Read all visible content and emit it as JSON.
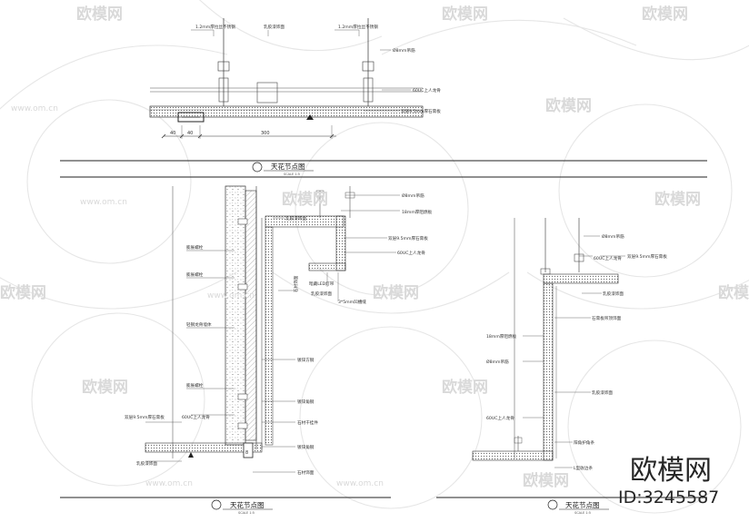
{
  "watermark": {
    "brand": "欧模网",
    "url": "www.om.cn"
  },
  "brand_overlay": {
    "name": "欧模网",
    "id": "ID:3245587"
  },
  "detail_top": {
    "title": "天花节点图",
    "subtitle": "SCALE 1:5",
    "labels": {
      "gauge_left": "1.2mm厚拉丝不锈钢",
      "tape": "乳胶漆饰面",
      "gauge_right": "1.2mm厚拉丝不锈钢",
      "rod": "Ø8mm吊筋",
      "keel": "60UC上人龙骨",
      "gypsum": "双层9.5mm厚石膏板"
    },
    "dimensions": {
      "d40a": "40",
      "d40b": "40",
      "d300": "300"
    }
  },
  "detail_left": {
    "title": "天花节点图",
    "subtitle": "SCALE 1:5",
    "labels": {
      "rod": "Ø8mm吊筋",
      "plywood": "18mm厚阻燃板",
      "gypsum_a": "双层9.5mm厚石膏板",
      "keel_a": "60UC上人龙骨",
      "led": "暗藏LED灯带",
      "paint_a": "乳胶漆饰面",
      "paint_b": "乳胶漆饰面",
      "embed_a": "膨胀螺栓",
      "embed_b": "膨胀螺栓",
      "wall": "轻钢龙骨墙体",
      "steel_a": "镀锌角钢",
      "steel_b": "镀锌方钢",
      "steel_c": "镀锌角钢",
      "fixing": "石材干挂件",
      "stone_a": "石材饰面",
      "stone_b": "石材饰面",
      "embed_c": "膨胀螺栓",
      "gypsum_b": "双层9.5mm厚石膏板",
      "keel_b": "60UC上人龙骨",
      "putty": "乳胶漆饰面",
      "gap": "3*5mm凹槽缝"
    }
  },
  "detail_right": {
    "title": "天花节点图",
    "subtitle": "SCALE 1:5",
    "labels": {
      "rod_a": "Ø8mm吊筋",
      "keel_a": "60UC上人龙骨",
      "gypsum_a": "双层9.5mm厚石膏板",
      "paint_a": "乳胶漆饰面",
      "plywood": "18mm厚阻燃板",
      "rod_b": "Ø8mm吊筋",
      "paint_b": "乳胶漆饰面",
      "keel_b": "60UC上人龙骨",
      "angle": "阳角护角条",
      "gypsum_b": "石膏板吊顶饰面",
      "edge": "L型收边条"
    }
  }
}
